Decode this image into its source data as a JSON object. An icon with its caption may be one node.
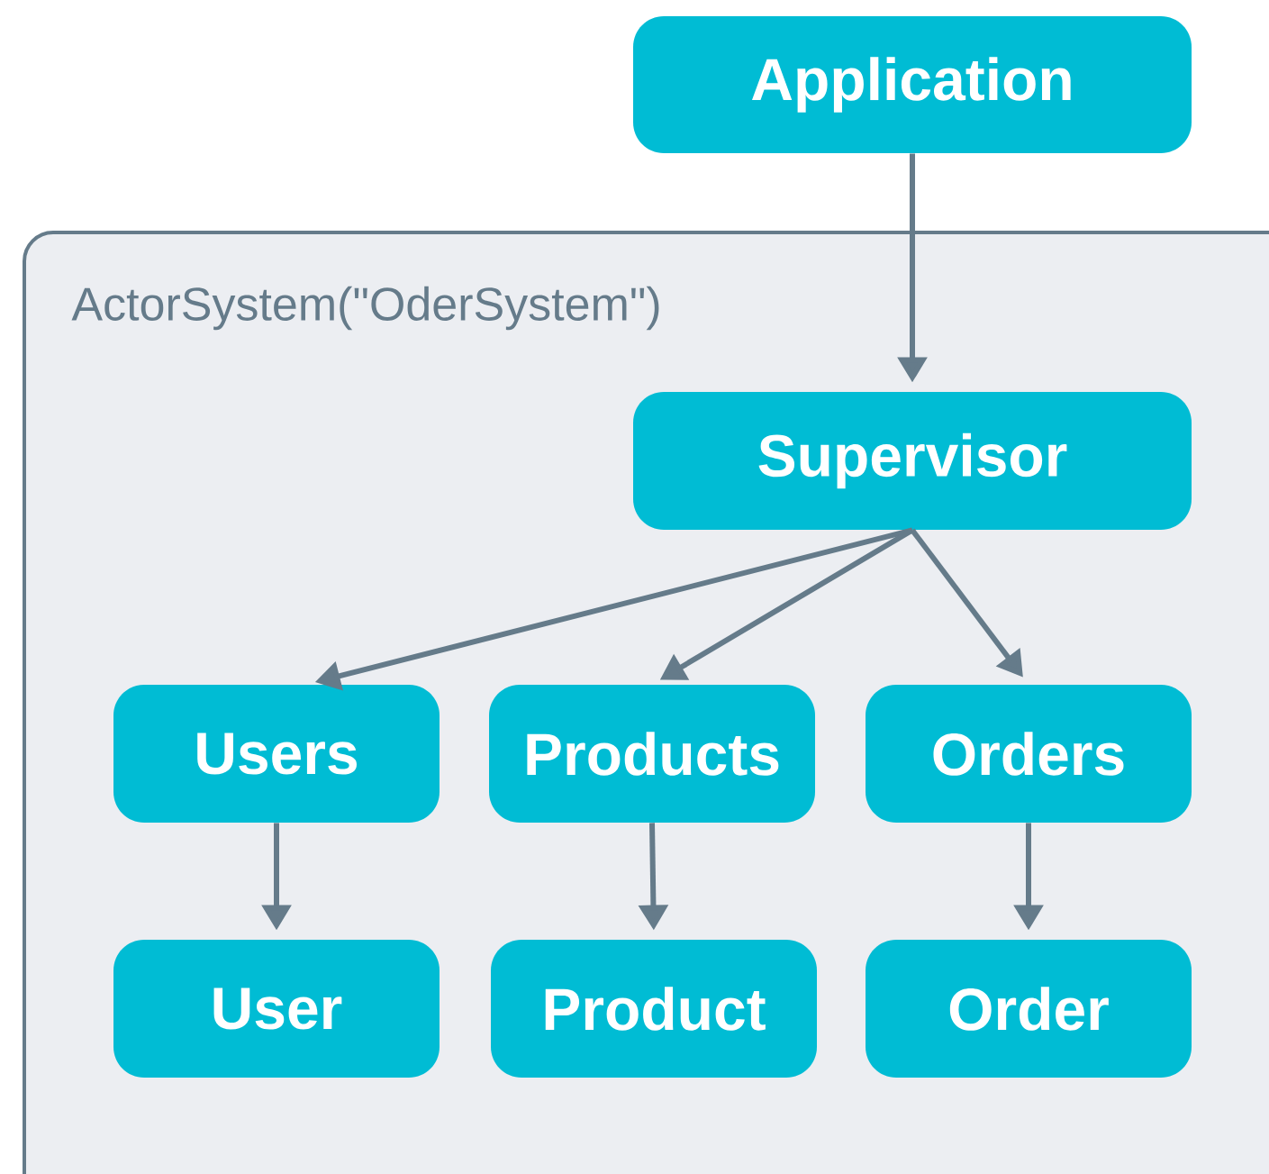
{
  "diagram": {
    "nodes": [
      {
        "text": [
          "Application"
        ]
      },
      {
        "text": [
          "ActorSystem(\"OderSystem\")"
        ]
      },
      {
        "text": [
          "Supervisor"
        ],
        "in": 1
      },
      {
        "text": [
          "Users"
        ],
        "in": 1
      },
      {
        "text": [
          "Products"
        ],
        "in": 1
      },
      {
        "text": [
          "Orders"
        ],
        "in": 1
      },
      {
        "text": [
          "User"
        ],
        "in": 1
      },
      {
        "text": [
          "Product"
        ],
        "in": 1
      },
      {
        "text": [
          "Order"
        ],
        "in": 1
      }
    ],
    "edges": [
      {
        "from": 0,
        "to": 2,
        "arrow": "to"
      },
      {
        "from": 2,
        "to": 3,
        "arrow": "to"
      },
      {
        "from": 2,
        "to": 4,
        "arrow": "to"
      },
      {
        "from": 2,
        "to": 5,
        "arrow": "to"
      },
      {
        "from": 3,
        "to": 6,
        "arrow": "to"
      },
      {
        "from": 4,
        "to": 7,
        "arrow": "to"
      },
      {
        "from": 5,
        "to": 8,
        "arrow": "to"
      }
    ]
  }
}
